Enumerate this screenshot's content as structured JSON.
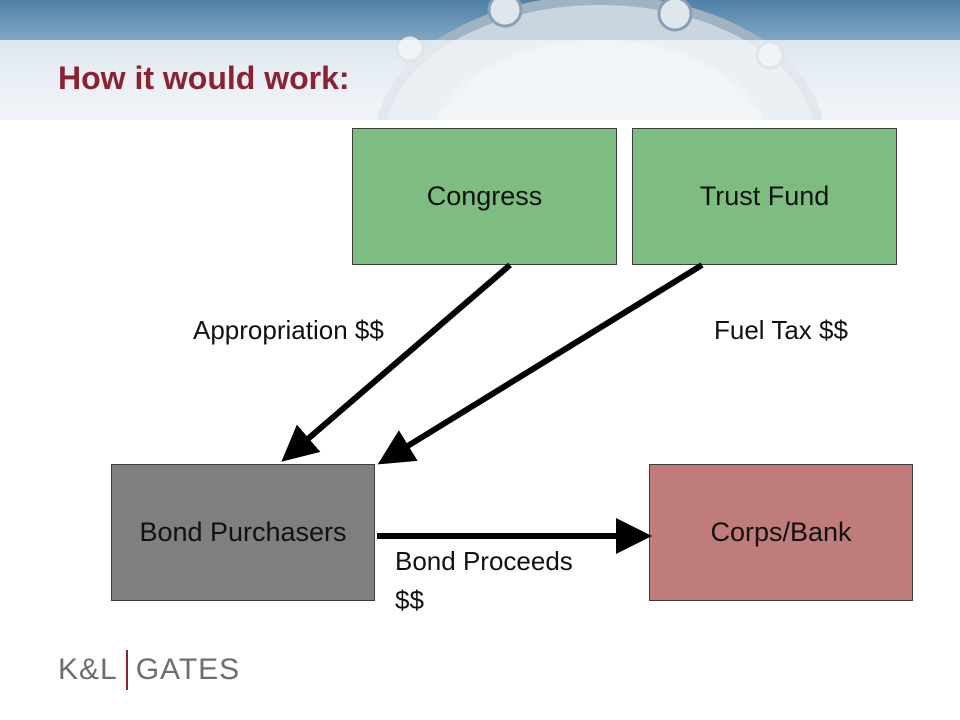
{
  "slide": {
    "title": "How it would work:"
  },
  "nodes": {
    "congress": "Congress",
    "trust_fund": "Trust Fund",
    "bond_purchasers": "Bond Purchasers",
    "corps_bank": "Corps/Bank"
  },
  "edge_labels": {
    "appropriation": "Appropriation $$",
    "fuel_tax": "Fuel Tax $$",
    "bond_proceeds_line1": "Bond Proceeds",
    "bond_proceeds_line2": "$$"
  },
  "logo": {
    "left": "K&L",
    "right": "GATES",
    "icon": "kl-gates-logo"
  },
  "colors": {
    "title": "#8b2232",
    "green_box": "#7dbe80",
    "gray_box": "#7f7f7f",
    "rose_box": "#c07c7a",
    "arrow": "#000000",
    "logo_text": "#6e6e6e"
  }
}
